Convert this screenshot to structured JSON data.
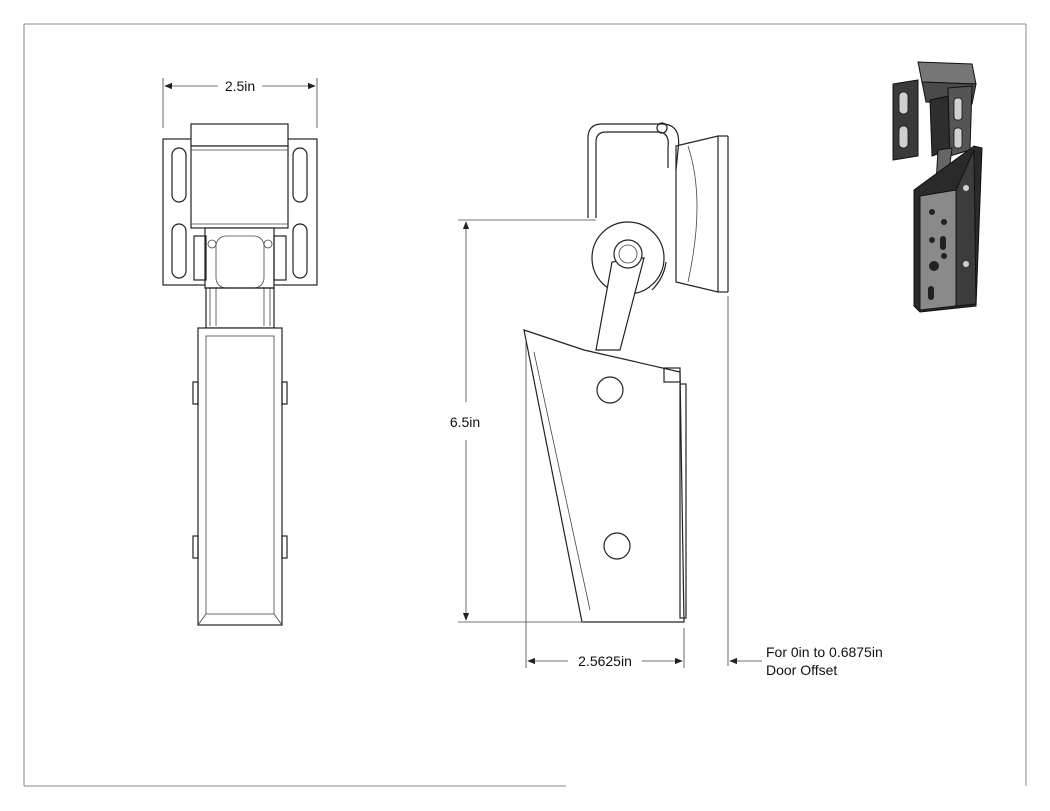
{
  "dimensions": {
    "width_label": "2.5in",
    "height_label": "6.5in",
    "depth_label": "2.5625in"
  },
  "note": {
    "line1": "For 0in to 0.6875in",
    "line2": "Door Offset"
  },
  "colors": {
    "line": "#222222",
    "frame": "#888888",
    "iso_dark": "#2a2a2a",
    "iso_mid": "#555555",
    "iso_light": "#8a8a8a"
  }
}
